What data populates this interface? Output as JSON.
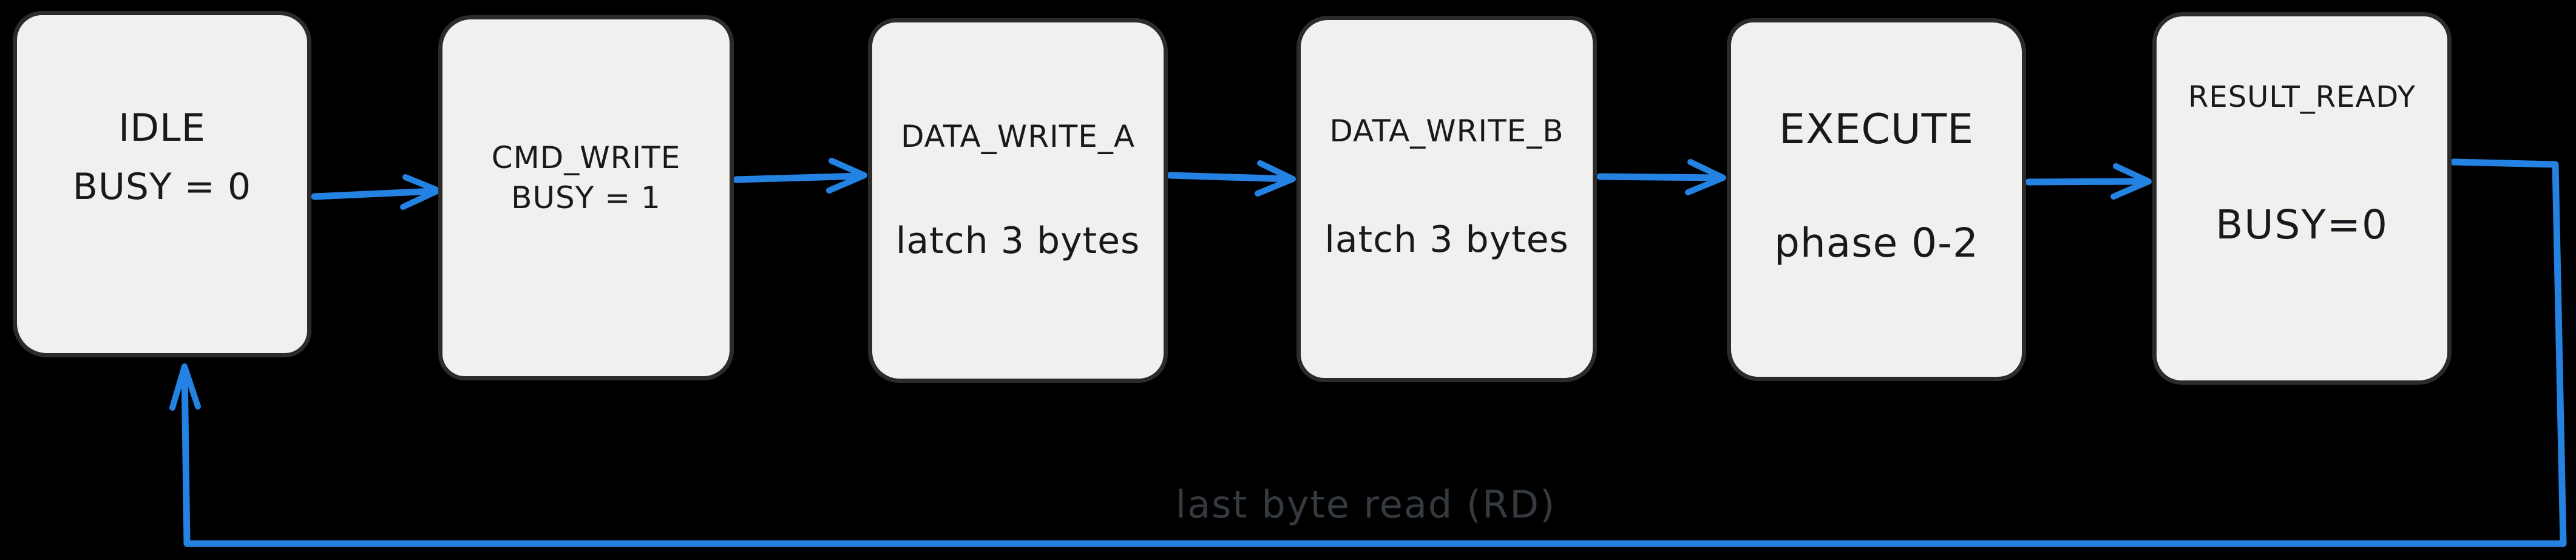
{
  "diagram": {
    "type": "state-machine-flow",
    "background_color": "#000000",
    "node_fill_color": "#f0f0ee",
    "node_border_color": "#2b2b2b",
    "node_text_color": "#17191d",
    "arrow_color": "#2382e2",
    "loop_label_color": "#343a40",
    "states": [
      {
        "id": "idle",
        "title": "IDLE",
        "subtitle": "BUSY = 0"
      },
      {
        "id": "cmd-write",
        "title": "CMD_WRITE",
        "subtitle": "BUSY = 1"
      },
      {
        "id": "data-write-a",
        "title": "DATA_WRITE_A",
        "subtitle": "latch 3 bytes"
      },
      {
        "id": "data-write-b",
        "title": "DATA_WRITE_B",
        "subtitle": "latch 3 bytes"
      },
      {
        "id": "execute",
        "title": "EXECUTE",
        "subtitle": "phase 0-2"
      },
      {
        "id": "result-ready",
        "title": "RESULT_READY",
        "subtitle": "BUSY=0"
      }
    ],
    "transitions": [
      {
        "from": "idle",
        "to": "cmd-write",
        "label": ""
      },
      {
        "from": "cmd-write",
        "to": "data-write-a",
        "label": ""
      },
      {
        "from": "data-write-a",
        "to": "data-write-b",
        "label": ""
      },
      {
        "from": "data-write-b",
        "to": "execute",
        "label": ""
      },
      {
        "from": "execute",
        "to": "result-ready",
        "label": ""
      },
      {
        "from": "result-ready",
        "to": "idle",
        "label": "last byte read (RD)"
      }
    ]
  }
}
